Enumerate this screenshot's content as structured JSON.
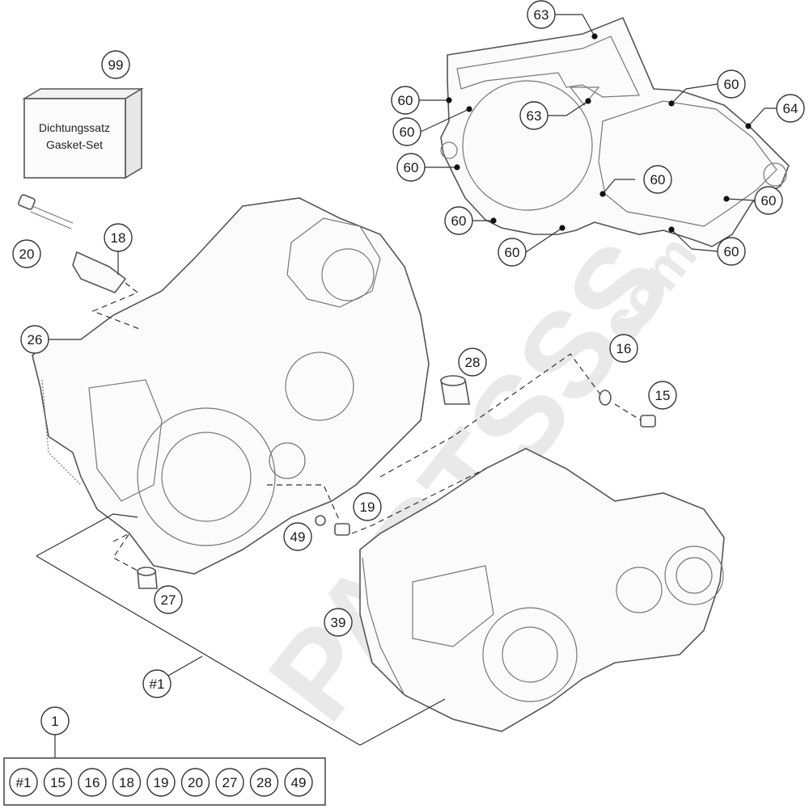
{
  "watermark": {
    "brand": "PARTSSS",
    "suffix": ".com"
  },
  "gasket_set": {
    "callout": "99",
    "label_line1": "Dichtungssatz",
    "label_line2": "Gasket-Set"
  },
  "callouts": {
    "c20": "20",
    "c18": "18",
    "c26": "26",
    "c28": "28",
    "c16": "16",
    "c15": "15",
    "c19": "19",
    "c49": "49",
    "c27": "27",
    "c39": "39",
    "c1_assembly": "#1",
    "c1": "1",
    "c63a": "63",
    "c63b": "63",
    "c64": "64",
    "c60a": "60",
    "c60b": "60",
    "c60c": "60",
    "c60d": "60",
    "c60e": "60",
    "c60f": "60",
    "c60g": "60",
    "c60h": "60",
    "c60i": "60"
  },
  "kit_contents": [
    "#1",
    "15",
    "16",
    "18",
    "19",
    "20",
    "27",
    "28",
    "49"
  ],
  "colors": {
    "line": "#333333",
    "part_fill": "#fbfbfb",
    "watermark": "#e9e9e9"
  }
}
